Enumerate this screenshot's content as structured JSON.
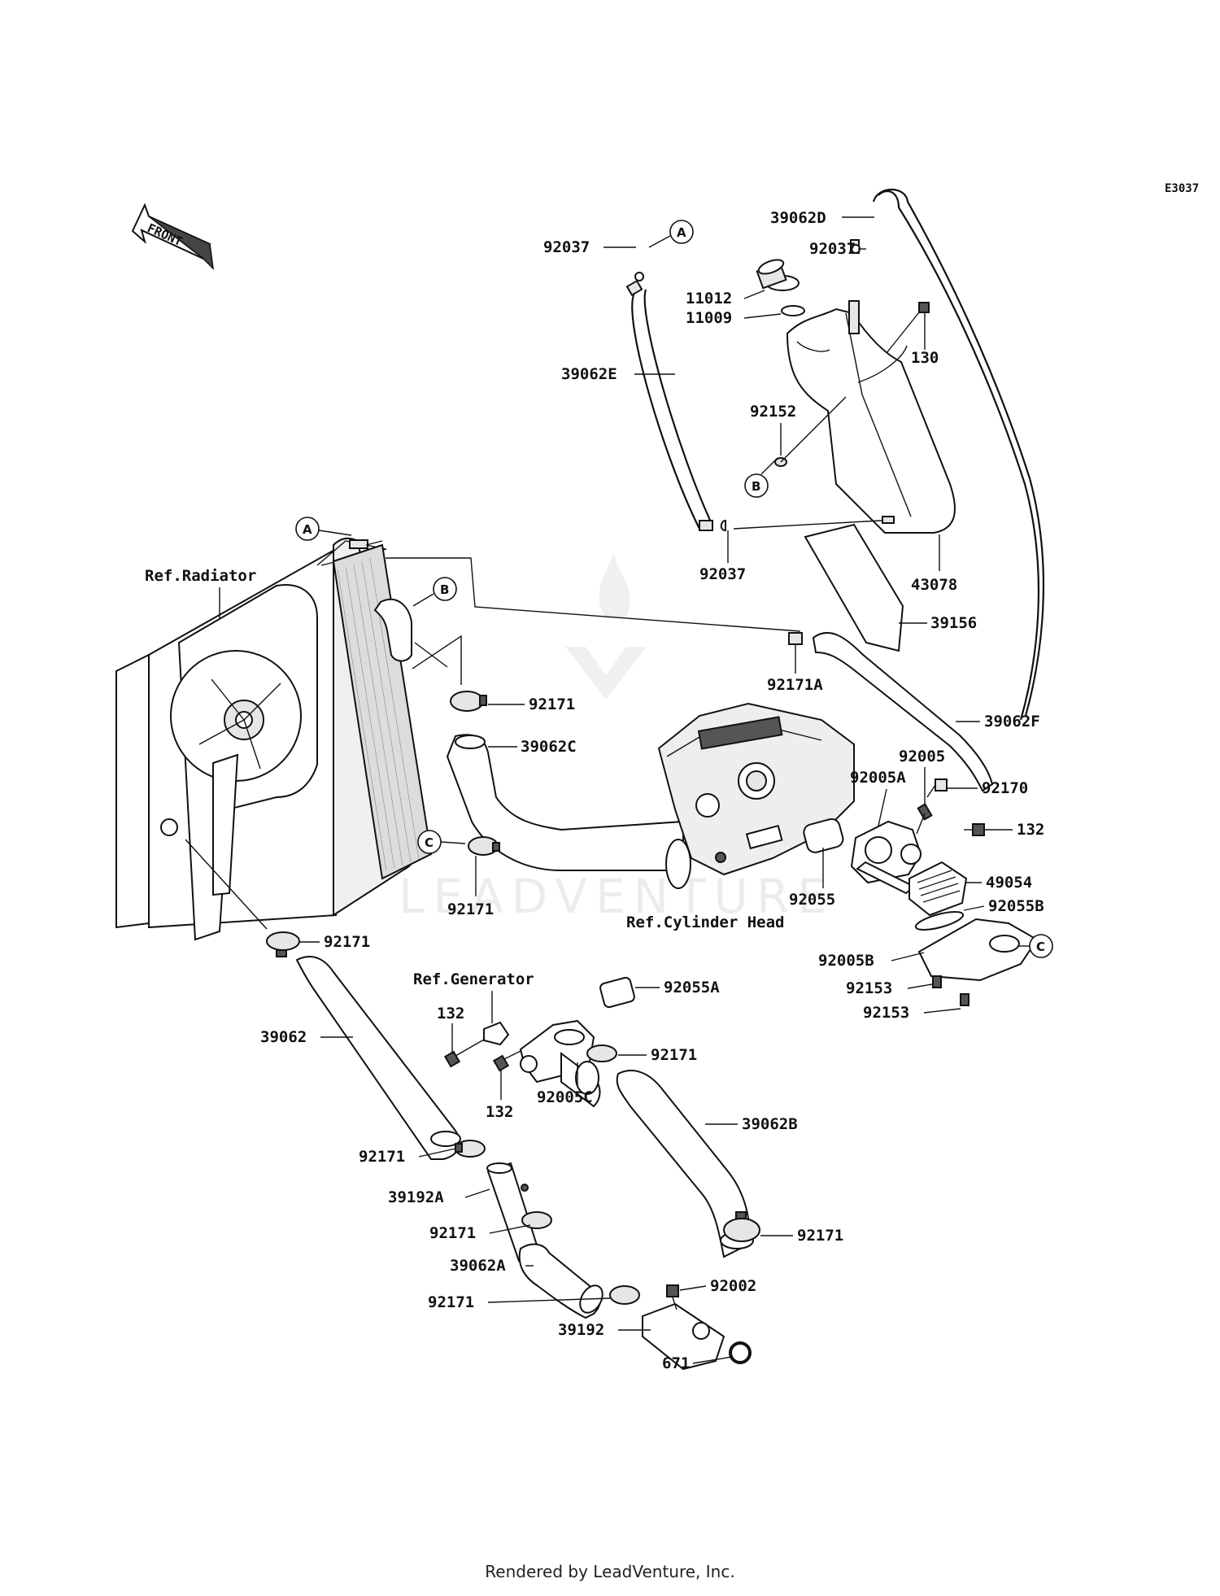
{
  "diagram": {
    "code": "E3037",
    "front_arrow": "FRONT",
    "watermark": "LEADVENTURE",
    "footer": "Rendered by LeadVenture, Inc.",
    "references": {
      "radiator": "Ref.Radiator",
      "cylinder_head": "Ref.Cylinder Head",
      "generator": "Ref.Generator"
    },
    "callouts": [
      "A",
      "B",
      "C"
    ],
    "parts": [
      {
        "id": "p_39062D",
        "label": "39062D"
      },
      {
        "id": "p_92037_top",
        "label": "92037"
      },
      {
        "id": "p_92037_left",
        "label": "92037"
      },
      {
        "id": "p_11012",
        "label": "11012"
      },
      {
        "id": "p_11009",
        "label": "11009"
      },
      {
        "id": "p_130",
        "label": "130"
      },
      {
        "id": "p_39062E",
        "label": "39062E"
      },
      {
        "id": "p_92152",
        "label": "92152"
      },
      {
        "id": "p_92037_mid",
        "label": "92037"
      },
      {
        "id": "p_43078",
        "label": "43078"
      },
      {
        "id": "p_39156",
        "label": "39156"
      },
      {
        "id": "p_92171A",
        "label": "92171A"
      },
      {
        "id": "p_92171_a",
        "label": "92171"
      },
      {
        "id": "p_39062F",
        "label": "39062F"
      },
      {
        "id": "p_39062C",
        "label": "39062C"
      },
      {
        "id": "p_92005",
        "label": "92005"
      },
      {
        "id": "p_92005A",
        "label": "92005A"
      },
      {
        "id": "p_92170",
        "label": "92170"
      },
      {
        "id": "p_132_a",
        "label": "132"
      },
      {
        "id": "p_49054",
        "label": "49054"
      },
      {
        "id": "p_92171_b",
        "label": "92171"
      },
      {
        "id": "p_92055",
        "label": "92055"
      },
      {
        "id": "p_92055B",
        "label": "92055B"
      },
      {
        "id": "p_92171_c",
        "label": "92171"
      },
      {
        "id": "p_92005B",
        "label": "92005B"
      },
      {
        "id": "p_92153_a",
        "label": "92153"
      },
      {
        "id": "p_92153_b",
        "label": "92153"
      },
      {
        "id": "p_92055A",
        "label": "92055A"
      },
      {
        "id": "p_132_b",
        "label": "132"
      },
      {
        "id": "p_39062",
        "label": "39062"
      },
      {
        "id": "p_92171_d",
        "label": "92171"
      },
      {
        "id": "p_132_c",
        "label": "132"
      },
      {
        "id": "p_92005C",
        "label": "92005C"
      },
      {
        "id": "p_39062B",
        "label": "39062B"
      },
      {
        "id": "p_92171_e",
        "label": "92171"
      },
      {
        "id": "p_39192A",
        "label": "39192A"
      },
      {
        "id": "p_92171_f",
        "label": "92171"
      },
      {
        "id": "p_92171_g",
        "label": "92171"
      },
      {
        "id": "p_39062A",
        "label": "39062A"
      },
      {
        "id": "p_92171_h",
        "label": "92171"
      },
      {
        "id": "p_92002",
        "label": "92002"
      },
      {
        "id": "p_39192",
        "label": "39192"
      },
      {
        "id": "p_671",
        "label": "671"
      }
    ]
  }
}
